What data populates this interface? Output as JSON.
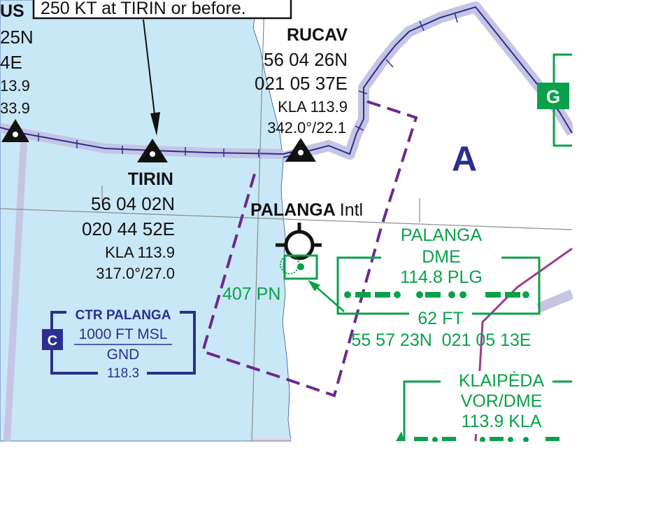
{
  "colors": {
    "water": "#c9e8f7",
    "land": "#ffffff",
    "border_halo": "#c5c5e3",
    "border_line": "#2b2f8f",
    "route": "#2b2f8f",
    "restricted": "#6a2a8f",
    "navaid_green": "#0aa14a",
    "ctr_blue": "#2b2f8f",
    "purple_line": "#a03a8f",
    "grid": "#8a8a8a"
  },
  "speed_restriction": "250 KT at TIRIN or before.",
  "left_fix": {
    "name": "US",
    "lat": "25N",
    "lon": "4E",
    "freq": "13.9",
    "radial": "33.9"
  },
  "rucav": {
    "name": "RUCAV",
    "lat": "56 04 26N",
    "lon": "021 05 37E",
    "freq": "KLA 113.9",
    "radial": "342.0°/22.1"
  },
  "tirin": {
    "name": "TIRIN",
    "lat": "56 04 02N",
    "lon": "020 44 52E",
    "freq": "KLA 113.9",
    "radial": "317.0°/27.0"
  },
  "airport": {
    "name": "PALANGA",
    "suffix": "Intl",
    "ndb": "407 PN"
  },
  "palanga_dme": {
    "line1": "PALANGA",
    "line2": "DME",
    "line3": "114.8 PLG",
    "elevation": "62 FT",
    "coords": "55 57 23N  021 05 13E"
  },
  "ctr": {
    "letter": "C",
    "title": "CTR PALANGA",
    "upper": "1000 FT MSL",
    "lower": "GND",
    "freq": "118.3"
  },
  "klaipeda": {
    "line1": "KLAIPĖDA",
    "line2": "VOR/DME",
    "line3": "113.9 KLA"
  },
  "airspace_class_label": "A",
  "g_label": "G"
}
